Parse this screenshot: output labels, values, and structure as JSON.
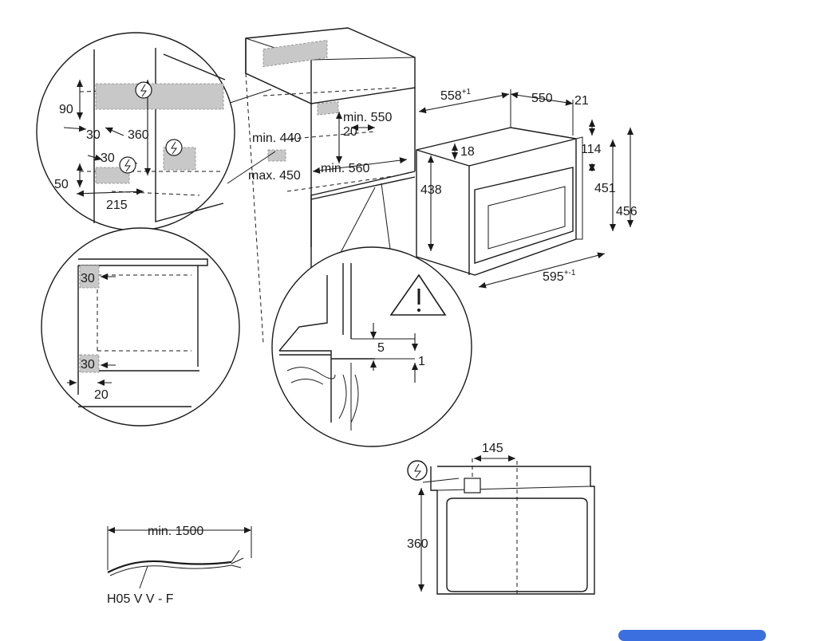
{
  "top_right": {
    "d558": "558",
    "d558_tol": "+1",
    "d550": "550",
    "d21": "21",
    "d18": "18",
    "d114": "114",
    "d438": "438",
    "d451": "451",
    "d456": "456",
    "d595": "595",
    "d595_tol": "+-1"
  },
  "cabinet": {
    "min550": "min. 550",
    "d20": "20",
    "min440": "min. 440",
    "max450": "max. 450",
    "min560": "min. 560"
  },
  "detail_top_left": {
    "d90": "90",
    "d30a": "30",
    "d360": "360",
    "d30b": "30",
    "d50": "50",
    "d215": "215"
  },
  "detail_mid_left": {
    "d30a": "30",
    "d30b": "30",
    "d20": "20"
  },
  "detail_bottom": {
    "d5": "5",
    "d1": "1"
  },
  "front_view": {
    "d145": "145",
    "d360": "360"
  },
  "cable": {
    "length": "min. 1500",
    "type": "H05 V V - F"
  },
  "colors": {
    "line": "#1a1a1a",
    "hatch": "#c8c8c8",
    "accent": "#3b6fe0"
  }
}
